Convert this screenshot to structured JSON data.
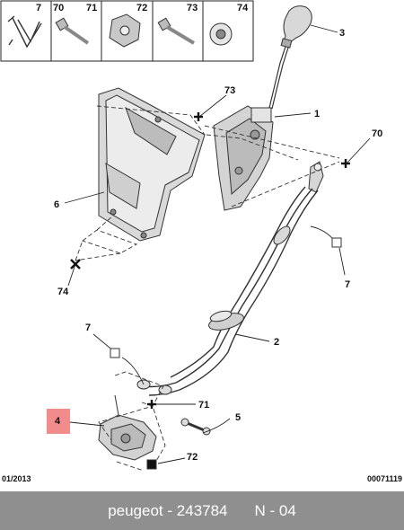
{
  "header_parts": [
    {
      "number": "7",
      "icon": "hose-clip-icon"
    },
    {
      "number": "70",
      "icon": "bolt-icon"
    },
    {
      "number": "71",
      "icon": "hex-nut-icon"
    },
    {
      "number": "72",
      "icon": "nut-icon"
    },
    {
      "number": "73",
      "icon": "bolt-icon"
    },
    {
      "number": "74",
      "icon": "washer-screw-icon"
    }
  ],
  "callouts": {
    "c3": "3",
    "c73_top": "73",
    "c1": "1",
    "c70": "70",
    "c6": "6",
    "c74": "74",
    "c7_right": "7",
    "c7_left": "7",
    "c2": "2",
    "c4": "4",
    "c71": "71",
    "c5": "5",
    "c72": "72"
  },
  "highlight_color": "#f28b8b",
  "footer": {
    "date": "01/2013",
    "ref": "00071119"
  },
  "caption": {
    "brand": "peugeot",
    "part_number": "243784",
    "sep": "-",
    "position": "N - 04"
  }
}
